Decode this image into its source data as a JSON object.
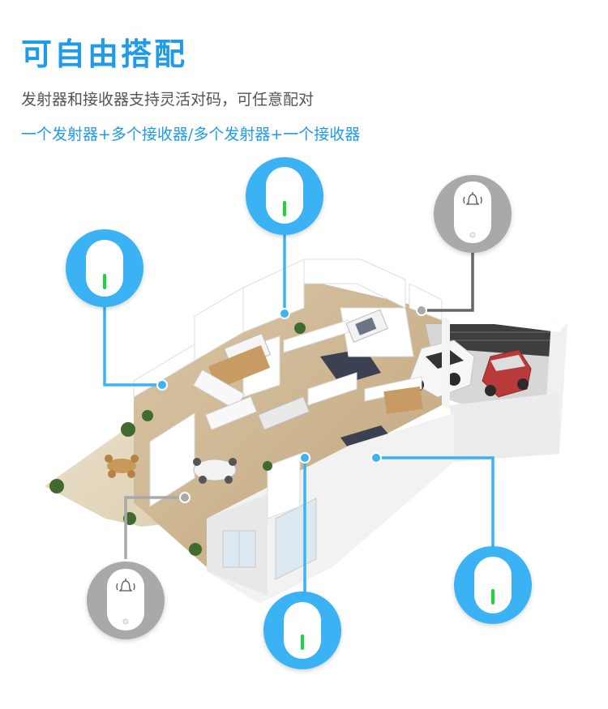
{
  "header": {
    "title": "可自由搭配",
    "subtitle": "发射器和接收器支持灵活对码，可任意配对",
    "tagline": "一个发射器+多个接收器/多个发射器+一个接收器"
  },
  "colors": {
    "accent": "#1f9bea",
    "transmitter_badge": "#3bb2f3",
    "receiver_badge": "#a9a9a9",
    "indicator_led": "#1fd43a"
  },
  "devices": [
    {
      "type": "transmitter",
      "icon": "led-indicator"
    },
    {
      "type": "transmitter",
      "icon": "led-indicator"
    },
    {
      "type": "receiver",
      "icon": "bell-icon"
    },
    {
      "type": "receiver",
      "icon": "bell-icon"
    },
    {
      "type": "transmitter",
      "icon": "led-indicator"
    },
    {
      "type": "transmitter",
      "icon": "led-indicator"
    }
  ]
}
